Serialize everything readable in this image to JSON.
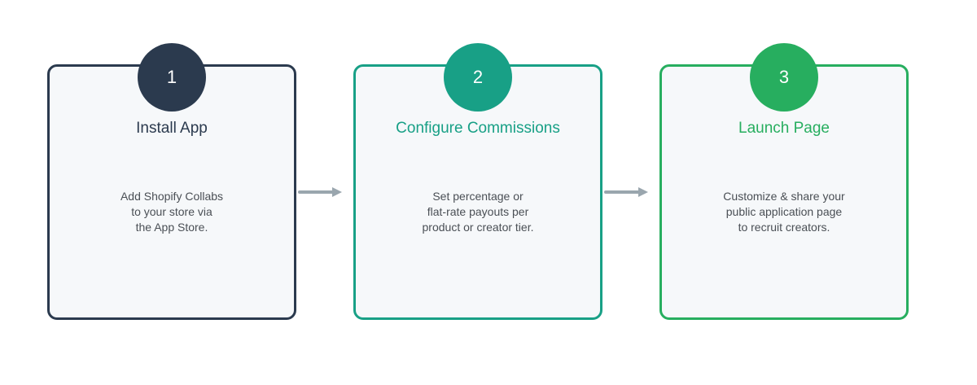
{
  "colors": {
    "step1": "#2b3a4e",
    "step2": "#18a086",
    "step3": "#27ae5f",
    "arrow": "#9aa6ae",
    "card_bg": "#f6f8fa",
    "description_text": "#4a4f55"
  },
  "steps": [
    {
      "number": "1",
      "title": "Install App",
      "description": [
        "Add Shopify Collabs",
        "to your store via",
        "the App Store."
      ]
    },
    {
      "number": "2",
      "title": "Configure Commissions",
      "description": [
        "Set percentage or",
        "flat-rate payouts per",
        "product or creator tier."
      ]
    },
    {
      "number": "3",
      "title": "Launch Page",
      "description": [
        "Customize & share your",
        "public application page",
        "to recruit creators."
      ]
    }
  ]
}
